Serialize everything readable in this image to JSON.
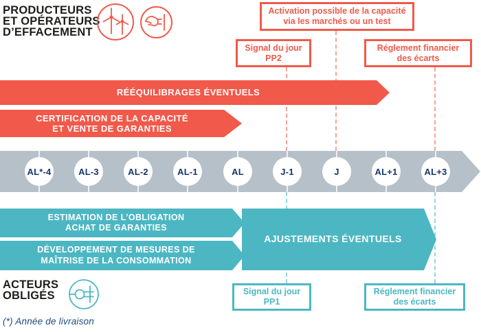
{
  "colors": {
    "red": "#f1594a",
    "red_dash": "#f7a196",
    "teal": "#4cb7c3",
    "teal_dash": "#93d6dc",
    "timeline_band": "#b6c0c9",
    "navy": "#15356e",
    "dark_text": "#1d1d1b"
  },
  "header": {
    "producers_title": [
      "PRODUCTEURS",
      "ET OPÉRATEURS",
      "D’EFFACEMENT"
    ],
    "icons": [
      "wind-turbines-icon",
      "demand-response-hand-plug-icon"
    ]
  },
  "annotations_top": {
    "activation": {
      "line1": "Activation possible de la capacité",
      "line2": "via les marchés ou un test"
    },
    "signal_pp2": {
      "line1": "Signal du jour",
      "line2": "PP2"
    },
    "reglement": {
      "line1": "Réglement financier",
      "line2": "des écarts"
    }
  },
  "red_arrows": {
    "reequilibrages": "RÉÉQUILIBRAGES ÉVENTUELS",
    "certification": {
      "line1": "CERTIFICATION DE LA CAPACITÉ",
      "line2": "ET VENTE DE GARANTIES"
    }
  },
  "timeline": {
    "milestones": [
      "AL*-4",
      "AL-3",
      "AL-2",
      "AL-1",
      "AL",
      "J-1",
      "J",
      "AL+1",
      "AL+3"
    ]
  },
  "teal_arrows": {
    "estimation": {
      "line1": "ESTIMATION DE L’OBLIGATION",
      "line2": "ACHAT DE GARANTIES"
    },
    "developpement": {
      "line1": "DÉVELOPPEMENT DE MESURES DE",
      "line2": "MAÎTRISE DE LA CONSOMMATION"
    },
    "ajustements": "AJUSTEMENTS ÉVENTUELS"
  },
  "annotations_bottom": {
    "signal_pp1": {
      "line1": "Signal du jour",
      "line2": "PP1"
    },
    "reglement": {
      "line1": "Réglement financier",
      "line2": "des écarts"
    }
  },
  "footer": {
    "acteurs_title": [
      "ACTEURS",
      "OBLIGÉS"
    ],
    "footnote": "(*) Année de livraison"
  }
}
